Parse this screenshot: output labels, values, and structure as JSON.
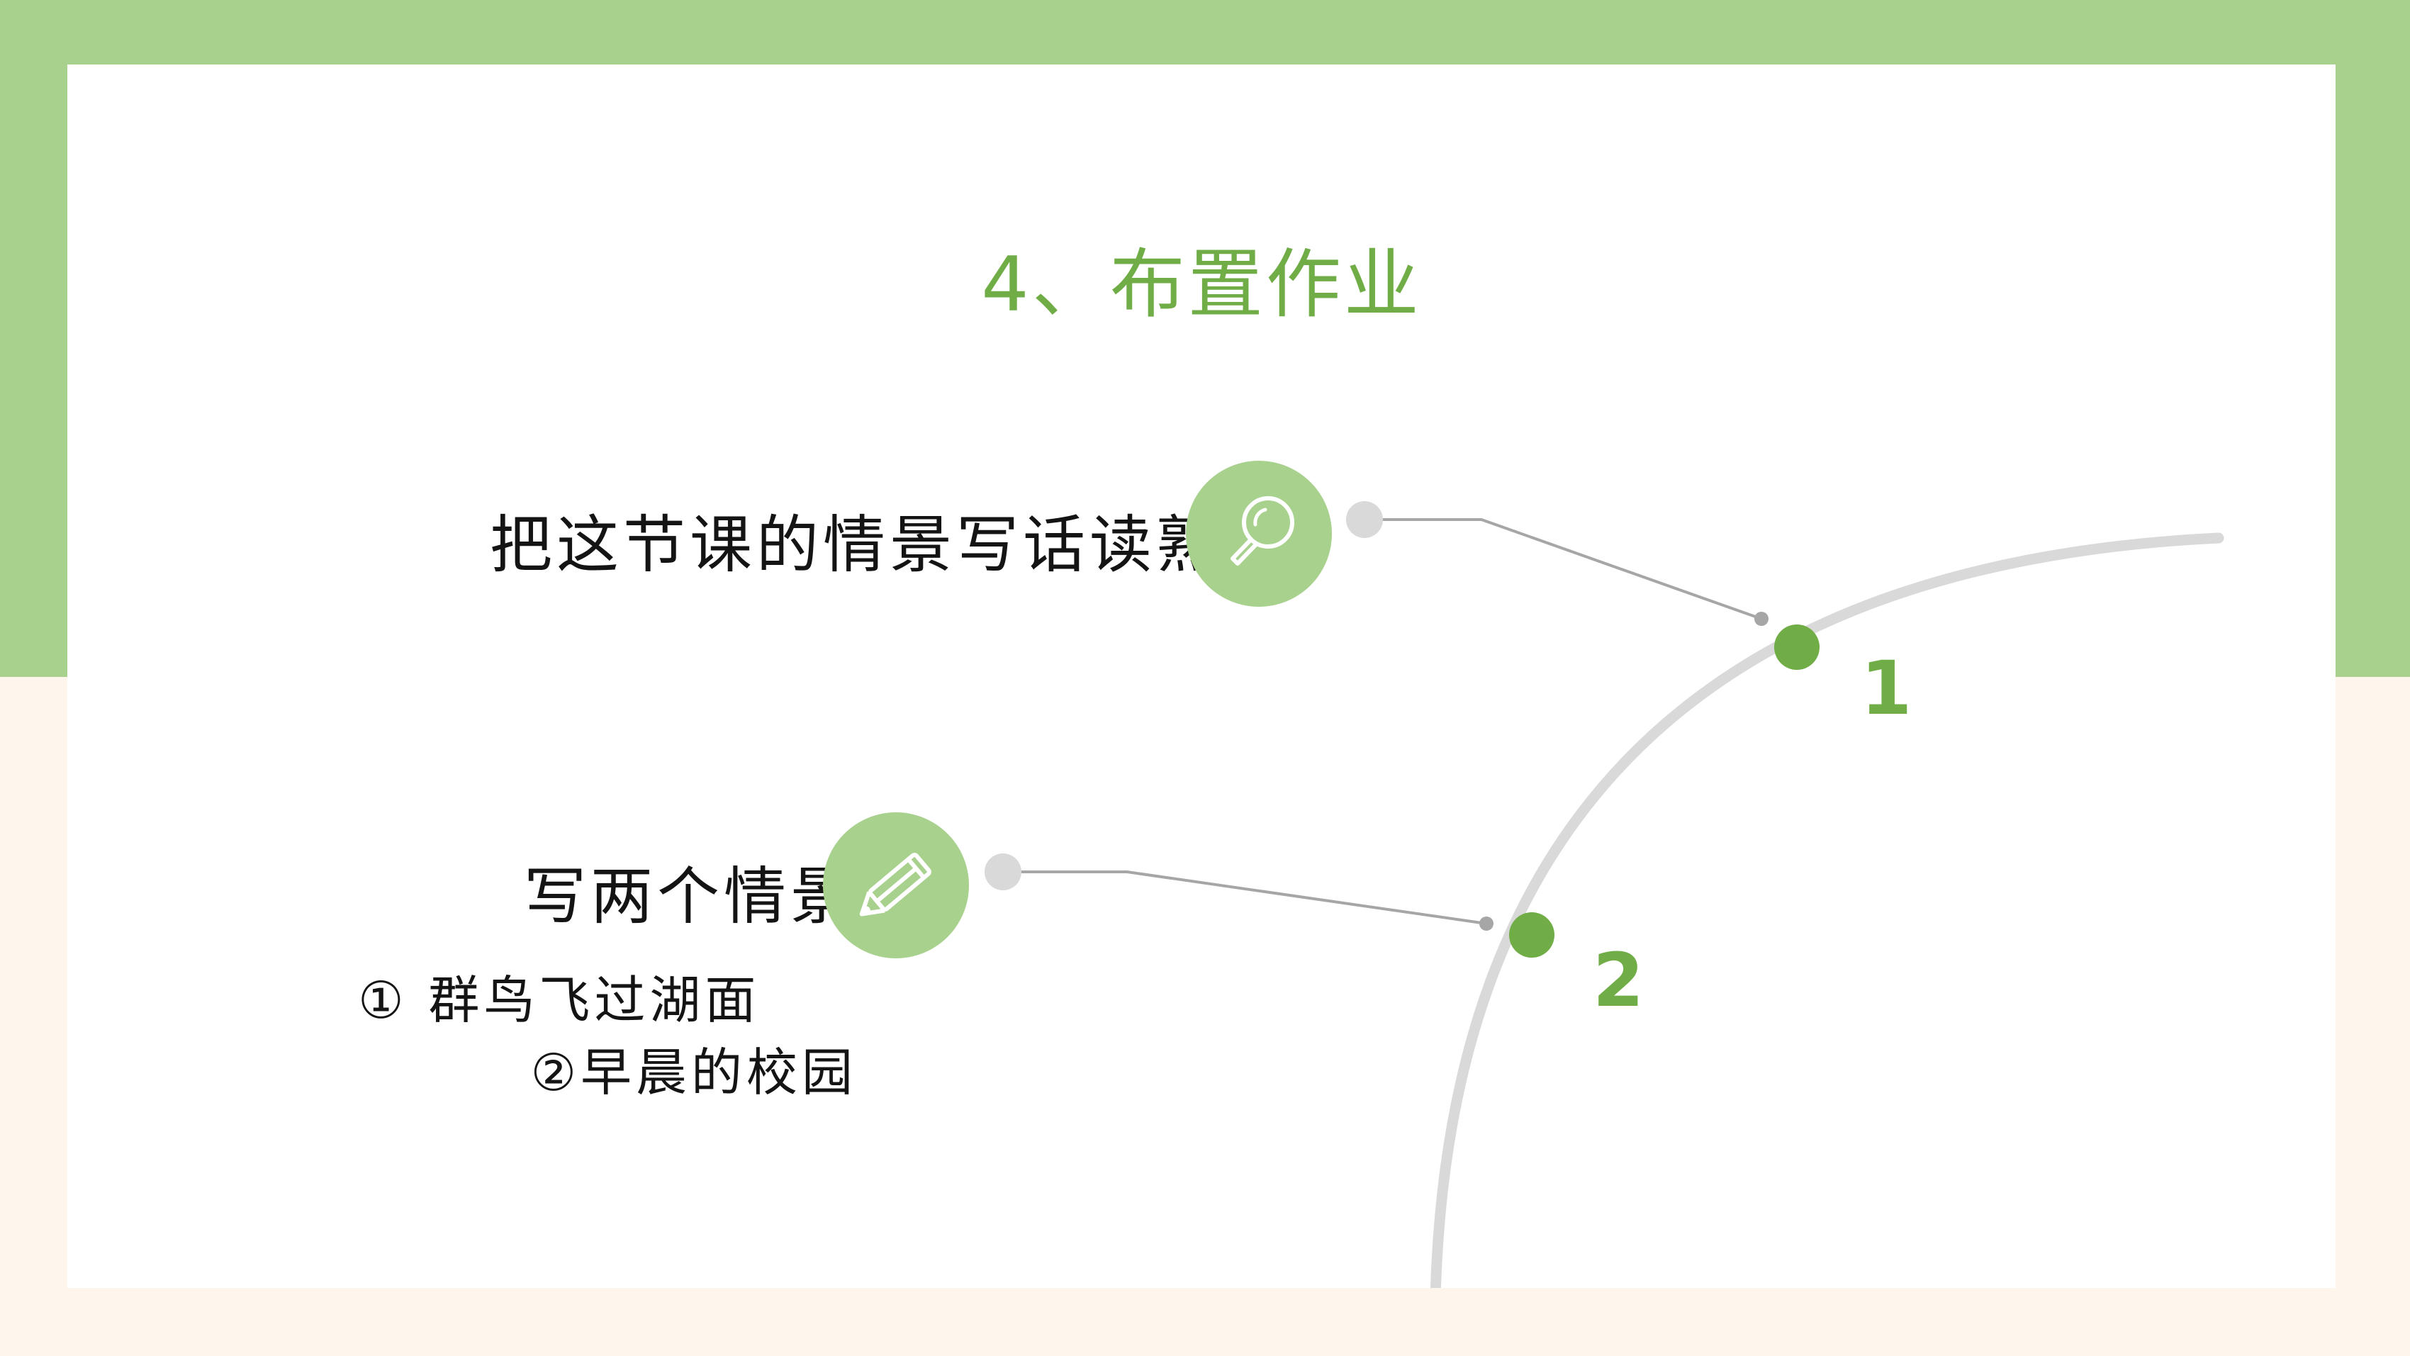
{
  "slide": {
    "title": "4、布置作业",
    "tasks": [
      {
        "label": "把这节课的情景写话读熟",
        "icon": "magnifier-icon",
        "number": "1"
      },
      {
        "label": "写两个情景",
        "sub_items": [
          "①  群鸟飞过湖面",
          "②早晨的校园"
        ],
        "icon": "pencil-icon",
        "number": "2"
      }
    ]
  },
  "colors": {
    "top_background": "#a9d18e",
    "bottom_background": "#fef6ed",
    "accent_green": "#70ad47",
    "icon_circle": "#a9d18e",
    "arc_gray": "#d9d9d9",
    "connector_gray": "#a6a6a6",
    "text": "#141414"
  }
}
